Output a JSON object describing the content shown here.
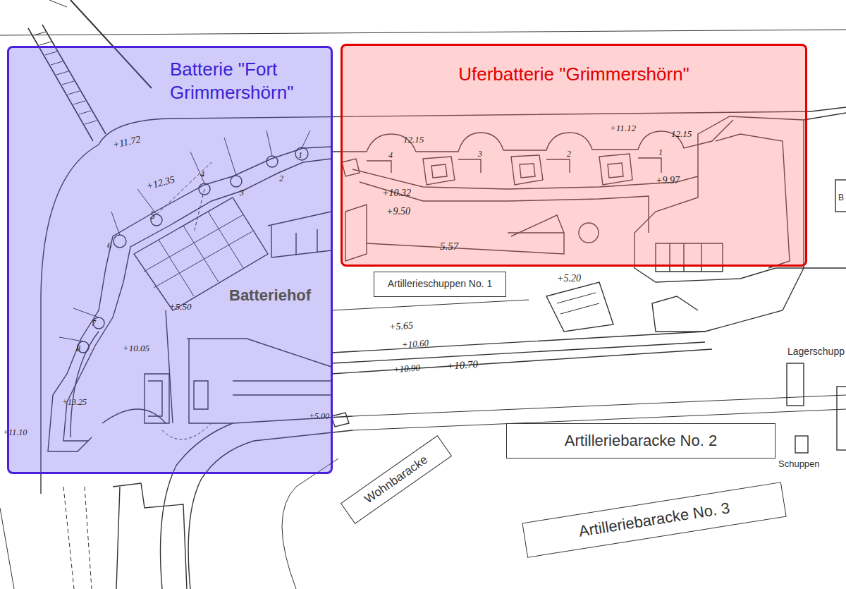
{
  "diagram": {
    "nodes": [
      {
        "text": [
          "Batterie \"Fort Grimmershörn\""
        ]
      },
      {
        "text": [
          "Uferbatterie \"Grimmershörn\""
        ]
      },
      {
        "text": [
          "Artillerieschuppen No. 1"
        ]
      },
      {
        "text": [
          "Artilleriebaracke No. 2"
        ]
      },
      {
        "text": [
          "Artilleriebaracke No. 3"
        ]
      },
      {
        "text": [
          "Wohnbaracke"
        ]
      }
    ],
    "labels": [
      "Batteriehof",
      "+11.72",
      "+12.35",
      "12.15",
      "+10.32",
      "+9.50",
      "5.57",
      "+11.12",
      "12.15",
      "+9.97",
      "+5.20",
      "+5.50",
      "+5.65",
      "+10.60",
      "+10.90",
      "+10.70",
      "+10.05",
      "+13.25",
      "+11.10",
      "+5.00",
      "1",
      "2",
      "3",
      "4",
      "5",
      "6",
      "7",
      "8",
      "4",
      "3",
      "2",
      "1",
      "Lagerschupp",
      "Schuppen",
      "B"
    ]
  }
}
